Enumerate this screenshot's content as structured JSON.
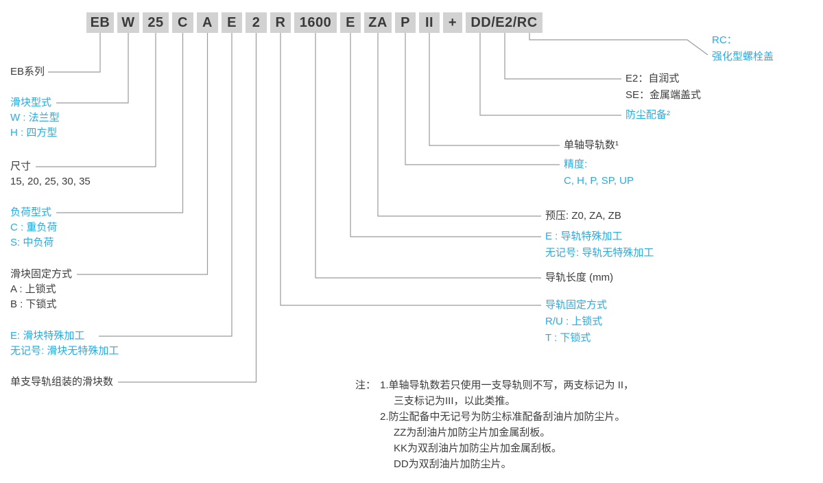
{
  "code": {
    "segments": [
      "EB",
      "W",
      "25",
      "C",
      "A",
      "E",
      "2",
      "R",
      "1600",
      "E",
      "ZA",
      "P",
      "II",
      "+",
      "DD/E2/RC"
    ]
  },
  "left_labels": {
    "series": {
      "title": "EB系列"
    },
    "block_type": {
      "title": "滑块型式",
      "item1": "W : 法兰型",
      "item2": "H : 四方型"
    },
    "size": {
      "title": "尺寸",
      "item1": "15, 20, 25, 30, 35"
    },
    "load_type": {
      "title": "负荷型式",
      "item1": "C : 重负荷",
      "item2": "S: 中负荷"
    },
    "block_mounting": {
      "title": "滑块固定方式",
      "item1": "A : 上锁式",
      "item2": "B : 下锁式"
    },
    "block_special": {
      "title": "E: 滑块特殊加工",
      "item1": "无记号: 滑块无特殊加工"
    },
    "blocks_per_rail": {
      "title": "单支导轨组装的滑块数"
    }
  },
  "right_labels": {
    "rc": {
      "title": "RC：",
      "item1": "强化型螺栓盖"
    },
    "e2": {
      "title": "E2：自润式",
      "item1": "SE：金属端盖式"
    },
    "dust": {
      "title": "防尘配备²"
    },
    "rail_count": {
      "title": "单轴导轨数¹"
    },
    "accuracy": {
      "title": "精度:",
      "item1": "C, H, P, SP, UP"
    },
    "preload": {
      "title": "预压: Z0, ZA, ZB"
    },
    "rail_special": {
      "title": "E : 导轨特殊加工",
      "item1": "无记号: 导轨无特殊加工"
    },
    "rail_length": {
      "title": "导轨长度 (mm)"
    },
    "rail_mounting": {
      "title": "导轨固定方式",
      "item1": "R/U : 上锁式",
      "item2": "T : 下锁式"
    }
  },
  "notes": {
    "prefix": "注：",
    "n1_line1": "1.单轴导轨数若只使用一支导轨则不写，两支标记为 II，",
    "n1_line2": "三支标记为III，以此类推。",
    "n2_line1": "2.防尘配备中无记号为防尘标准配备刮油片加防尘片。",
    "n2_line2": "ZZ为刮油片加防尘片加金属刮板。",
    "n2_line3": "KK为双刮油片加防尘片加金属刮板。",
    "n2_line4": "DD为双刮油片加防尘片。"
  },
  "colors": {
    "accent_blue": "#29abe2",
    "box_gray": "#d2d2d2",
    "text_dark": "#3c3c3c",
    "line_gray": "#9a9a9a"
  }
}
